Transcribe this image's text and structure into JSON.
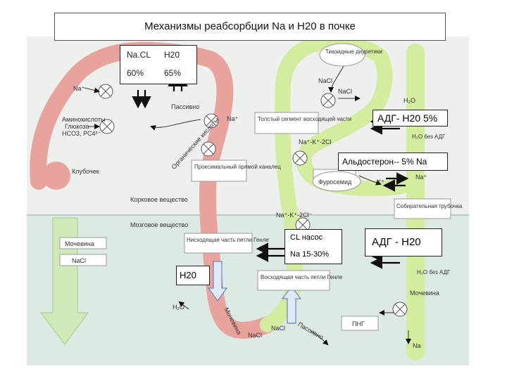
{
  "title": "Механизмы реабсорбции Na и H20 в почке",
  "colors": {
    "cortex_bg": "#eef0ee",
    "medulla_bg": "#dde9e3",
    "tubule_red": "#e9a39d",
    "tubule_green": "#d4ec9e",
    "label_fill": "#ffffff"
  },
  "proximal_box": {
    "nacl": "Na.CL",
    "h2o": "H20",
    "nacl_pct": "60%",
    "h2o_pct": "65%"
  },
  "adh_top": {
    "label": "АДГ- H20 5%"
  },
  "aldosterone": {
    "label": "Альдостерон-- 5% Na"
  },
  "cl_pump": {
    "line1": "CL насос",
    "line2": "Na 15-30%"
  },
  "adh_medulla": {
    "label": "АДГ - H20"
  },
  "h2o_desc": {
    "label": "H20"
  },
  "bg_labels": {
    "na_left": "Na⁺",
    "aminoacids": "Аминокислоты",
    "glucose": "Глюкоза",
    "hco3": "HCO3, PC4²⁻",
    "glomerulus": "Клубочек",
    "passive": "Пассивно",
    "na_mid": "Na⁺",
    "organic_acids": "Органические кислоты",
    "proximal_tubule": "Проксимальный прямой каналец",
    "cortex": "Корковое вещество",
    "thiazide": "Тиазидные диуретики",
    "nacl_top": "NaCl",
    "nacl_right": "NaCl",
    "thick_ascending": "Толстый сегмент восходящей части",
    "nak2cl": "Na⁺-K⁺-2Cl",
    "furosemide": "Фуросемид",
    "k_plus": "K⁺",
    "na_plus_right": "Na⁺",
    "collecting_duct": "Собирательная трубочка",
    "medulla": "Мозговое вещество",
    "urea_box": "Мочевина",
    "nacl_box": "NaCl",
    "descending_loop": "Нисходящая часть петли Генле",
    "ascending_loop": "Восходящая часть петли Генле",
    "nak2cl_lower": "Na⁺-K⁺-2Cl⁻",
    "h2o_bottom": "H₂O",
    "urea_diag": "Мочевина",
    "nacl_bottom": "NaCl",
    "nacl_bottom2": "NaCl",
    "passive_bottom": "Пассивно",
    "png": "ПНГ",
    "na_bottom": "Na",
    "h2o_cd_top": "H₂O",
    "h2o_cd_adh": "H₂O без АДГ",
    "h2o_cd_low": "H₂O без АДГ",
    "urea_cd": "Мочевина"
  }
}
